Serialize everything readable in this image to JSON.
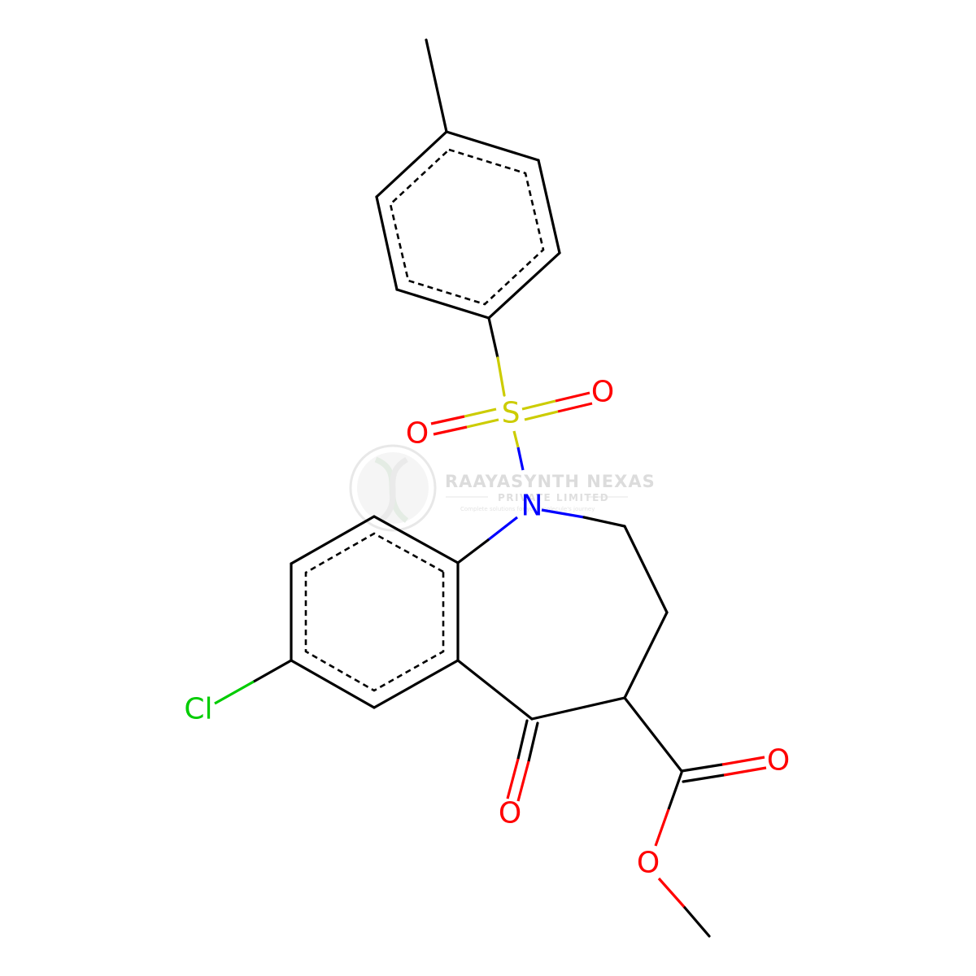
{
  "molecule": {
    "atoms": {
      "S": {
        "text": "S",
        "color": "#cccc00"
      },
      "N": {
        "text": "N",
        "color": "#0000ff"
      },
      "O_sulfonyl_right": {
        "text": "O",
        "color": "#ff0000"
      },
      "O_sulfonyl_left": {
        "text": "O",
        "color": "#ff0000"
      },
      "O_ketone": {
        "text": "O",
        "color": "#ff0000"
      },
      "O_carbonyl_ester": {
        "text": "O",
        "color": "#ff0000"
      },
      "O_ester": {
        "text": "O",
        "color": "#ff0000"
      },
      "Cl": {
        "text": "Cl",
        "color": "#00cc00"
      }
    }
  },
  "watermark": {
    "name": "RAAYASYNTH NEXAS",
    "subtitle": "PRIVATE LIMITED",
    "tagline": "Complete solutions for your molecule's journey"
  }
}
